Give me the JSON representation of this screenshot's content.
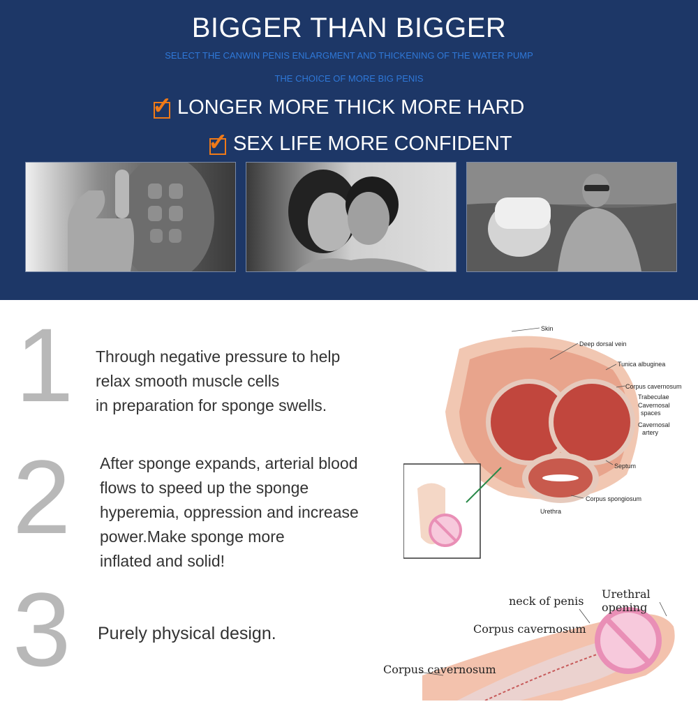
{
  "banner": {
    "title": "BIGGER THAN BIGGER",
    "subtitle": "SELECT THE CANWIN PENIS ENLARGMENT AND THICKENING OF THE WATER PUMP",
    "tagline": "THE CHOICE OF MORE BIG PENIS",
    "benefits": [
      "LONGER MORE THICK MORE HARD",
      "SEX LIFE MORE CONFIDENT"
    ],
    "photos": [
      "man-abs-thumbs-up-photo",
      "couple-photo",
      "beach-couple-photo"
    ]
  },
  "steps": [
    {
      "number": "1",
      "lines": [
        "Through negative pressure to help",
        "relax smooth muscle cells",
        "in preparation for sponge swells."
      ]
    },
    {
      "number": "2",
      "lines": [
        "After sponge expands, arterial blood",
        "flows to speed up the sponge",
        "hyperemia, oppression and increase",
        "power.Make sponge more",
        "inflated and solid!"
      ]
    },
    {
      "number": "3",
      "lines": [
        "Purely physical design."
      ]
    }
  ],
  "anatomy1": {
    "labels": [
      "Skin",
      "Deep dorsal vein",
      "Tunica albuginea",
      "Corpus cavernosum",
      "Trabeculae",
      "Cavernosal",
      "spaces",
      "Cavernosal",
      "artery",
      "Septum",
      "Corpus spongiosum",
      "Urethra"
    ]
  },
  "anatomy2": {
    "labels": [
      "neck of penis",
      "Urethral opening",
      "Corpus cavernosum",
      "Corpus cavernosum"
    ]
  },
  "colors": {
    "banner": "#1d3767",
    "accent": "#f07a18",
    "sub_text": "#2f78d8",
    "numeral": "#b8b8b8"
  }
}
